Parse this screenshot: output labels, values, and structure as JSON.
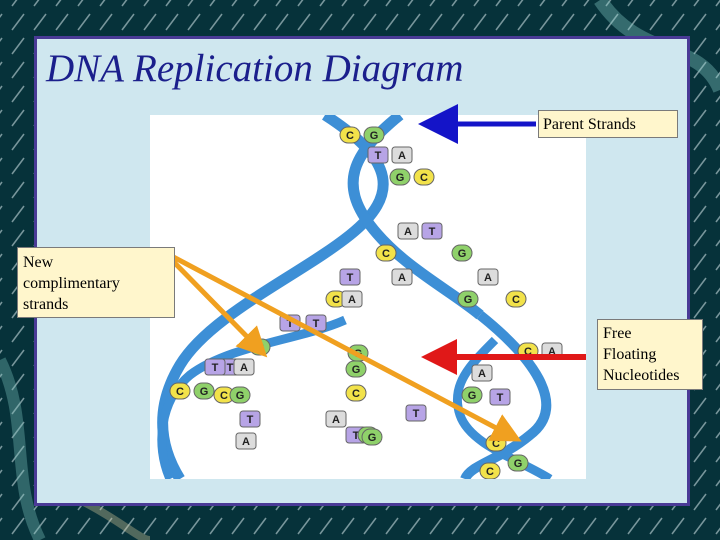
{
  "slide": {
    "title": "DNA Replication Diagram"
  },
  "callouts": {
    "parent_strands": "Parent Strands",
    "new_strands_lines": [
      "New",
      "complimentary",
      "strands"
    ],
    "free_nucleotides_lines": [
      "Free",
      "Floating",
      "Nucleotides"
    ]
  },
  "colors": {
    "background": "#06323a",
    "slide_panel": "#cfe7ef",
    "title": "#1b1f8c",
    "callout_fill": "#fff6cc",
    "helix_strand": "#3d8fd6",
    "parent_arrow": "#1414c8",
    "new_strand_arrow": "#f0a020",
    "free_nucleotide_arrow": "#e01818",
    "base_C": "#f2e24a",
    "base_G": "#8fd16a",
    "base_A": "#dcdcdc",
    "base_T": "#b7a4e6"
  },
  "nucleotides": [
    {
      "letter": "C"
    },
    {
      "letter": "G"
    },
    {
      "letter": "T"
    },
    {
      "letter": "A"
    },
    {
      "letter": "G"
    },
    {
      "letter": "C"
    },
    {
      "letter": "A"
    },
    {
      "letter": "T"
    },
    {
      "letter": "C"
    },
    {
      "letter": "G"
    },
    {
      "letter": "T"
    },
    {
      "letter": "A"
    },
    {
      "letter": "A"
    },
    {
      "letter": "G"
    },
    {
      "letter": "C"
    },
    {
      "letter": "G"
    },
    {
      "letter": "C"
    },
    {
      "letter": "A"
    },
    {
      "letter": "T"
    },
    {
      "letter": "T"
    },
    {
      "letter": "G"
    },
    {
      "letter": "T"
    },
    {
      "letter": "C"
    },
    {
      "letter": "G"
    },
    {
      "letter": "T"
    },
    {
      "letter": "A"
    },
    {
      "letter": "C"
    },
    {
      "letter": "G"
    },
    {
      "letter": "G"
    },
    {
      "letter": "C"
    },
    {
      "letter": "C"
    },
    {
      "letter": "A"
    },
    {
      "letter": "T"
    },
    {
      "letter": "T"
    },
    {
      "letter": "G"
    },
    {
      "letter": "A"
    },
    {
      "letter": "T"
    },
    {
      "letter": "G"
    },
    {
      "letter": "C"
    },
    {
      "letter": "G"
    },
    {
      "letter": "C"
    },
    {
      "letter": "A"
    },
    {
      "letter": "T"
    },
    {
      "letter": "A"
    },
    {
      "letter": "G"
    }
  ]
}
